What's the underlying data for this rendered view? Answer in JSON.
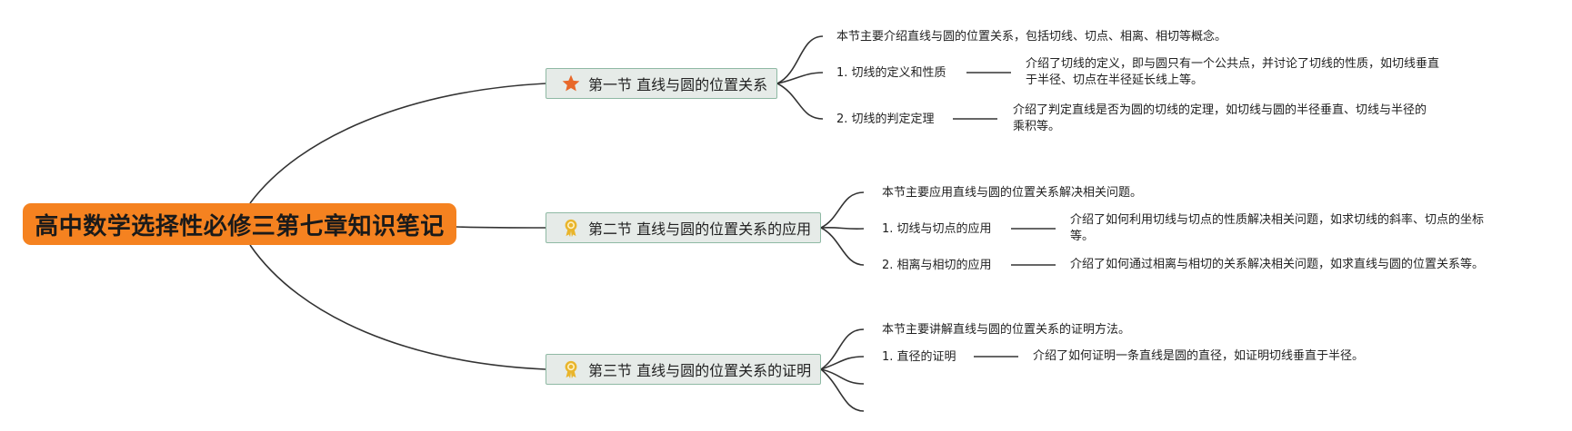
{
  "root": {
    "title": "高中数学选择性必修三第七章知识笔记",
    "color": "#f58220"
  },
  "sections": [
    {
      "title": "第一节 直线与圆的位置关系",
      "icon": "star-icon",
      "summary": "本节主要介绍直线与圆的位置关系，包括切线、切点、相离、相切等概念。",
      "items": [
        {
          "label": "1. 切线的定义和性质",
          "detail_lines": [
            "介绍了切线的定义，即与圆只有一个公共点，并讨论了切线的性质，如切线垂直",
            "于半径、切点在半径延长线上等。"
          ]
        },
        {
          "label": "2. 切线的判定定理",
          "detail_lines": [
            "介绍了判定直线是否为圆的切线的定理，如切线与圆的半径垂直、切线与半径的",
            "乘积等。"
          ]
        }
      ]
    },
    {
      "title": "第二节 直线与圆的位置关系的应用",
      "icon": "award-ribbon-icon",
      "summary": "本节主要应用直线与圆的位置关系解决相关问题。",
      "items": [
        {
          "label": "1. 切线与切点的应用",
          "detail_lines": [
            "介绍了如何利用切线与切点的性质解决相关问题，如求切线的斜率、切点的坐标",
            "等。"
          ]
        },
        {
          "label": "2. 相离与相切的应用",
          "detail_lines": [
            "介绍了如何通过相离与相切的关系解决相关问题，如求直线与圆的位置关系等。"
          ]
        }
      ]
    },
    {
      "title": "第三节 直线与圆的位置关系的证明",
      "icon": "award-ribbon-icon",
      "summary": "本节主要讲解直线与圆的位置关系的证明方法。",
      "items": [
        {
          "label": "1. 直径的证明",
          "detail_lines": [
            "介绍了如何证明一条直线是圆的直径，如证明切线垂直于半径。"
          ]
        },
        {
          "label": "",
          "detail_lines": []
        },
        {
          "label": "",
          "detail_lines": []
        }
      ]
    }
  ],
  "colors": {
    "section_fill": "#e6ebe8",
    "section_border": "#8fb9a4",
    "star": "#e8682a",
    "award": "#e9b52c",
    "line": "#333333"
  }
}
